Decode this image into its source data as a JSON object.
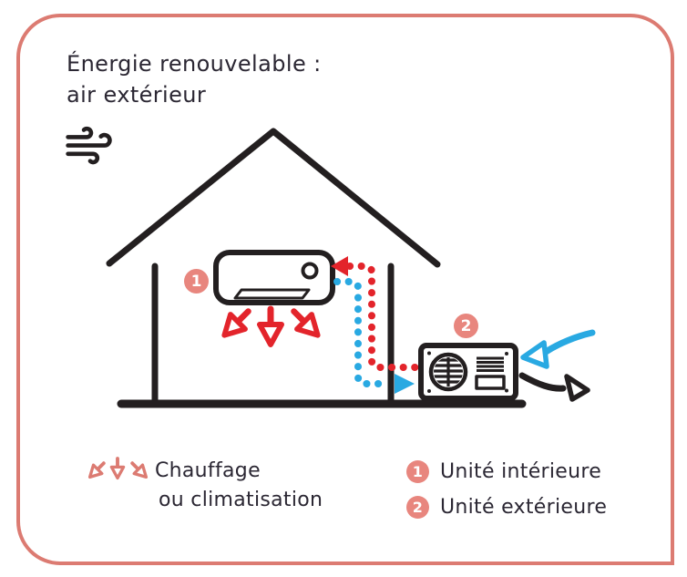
{
  "card": {
    "title_line1": "Énergie renouvelable :",
    "title_line2": "air extérieur"
  },
  "diagram": {
    "indoor_unit_badge": "1",
    "outdoor_unit_badge": "2",
    "icons": [
      "wind-icon",
      "house-outline",
      "indoor-unit-icon",
      "outdoor-unit-icon",
      "red-heat-flow-arrows",
      "red-dotted-refrigerant-line",
      "blue-dotted-refrigerant-line",
      "blue-air-in-arrow",
      "black-air-out-arrow"
    ]
  },
  "legend": {
    "heating_arrows_icon": "small-red-down-arrows-icon",
    "heating_line1": "Chauffage",
    "heating_line2": "ou climatisation",
    "items": [
      {
        "num": "1",
        "label": "Unité intérieure"
      },
      {
        "num": "2",
        "label": "Unité extérieure"
      }
    ]
  },
  "colors": {
    "border_salmon": "#DC7B72",
    "badge_salmon": "#E8867E",
    "bright_red": "#E3242B",
    "bright_blue": "#29A9E2",
    "line_black": "#231F20",
    "text_dark": "#2B2733"
  }
}
